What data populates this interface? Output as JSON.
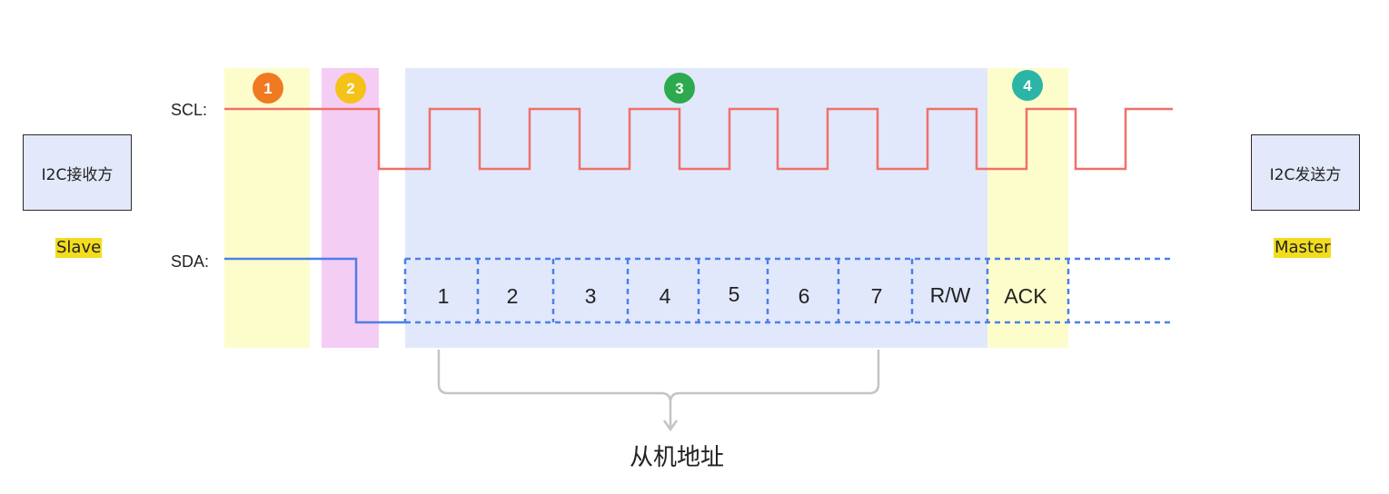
{
  "receiver": {
    "name": "I2C接收方",
    "role": "Slave"
  },
  "sender": {
    "name": "I2C发送方",
    "role": "Master"
  },
  "signals": {
    "scl": "SCL:",
    "sda": "SDA:"
  },
  "steps": [
    "1",
    "2",
    "3",
    "4"
  ],
  "bits": [
    "1",
    "2",
    "3",
    "4",
    "5",
    "6",
    "7",
    "R/W",
    "ACK"
  ],
  "address_label": "从机地址",
  "colors": {
    "scl_line": "#f0706a",
    "sda_line": "#4d7fe8",
    "region_start": "#fdfdcc",
    "region_setup": "#f4cdf5",
    "region_address": "#e1e8fb",
    "region_ack": "#fdfdcc",
    "step1": "#f07a22",
    "step2": "#f5c21a",
    "step3": "#2eaa4e",
    "step4": "#2cb5a6",
    "bracket": "#c4c4c4",
    "tag_bg": "#f2dc1d"
  }
}
